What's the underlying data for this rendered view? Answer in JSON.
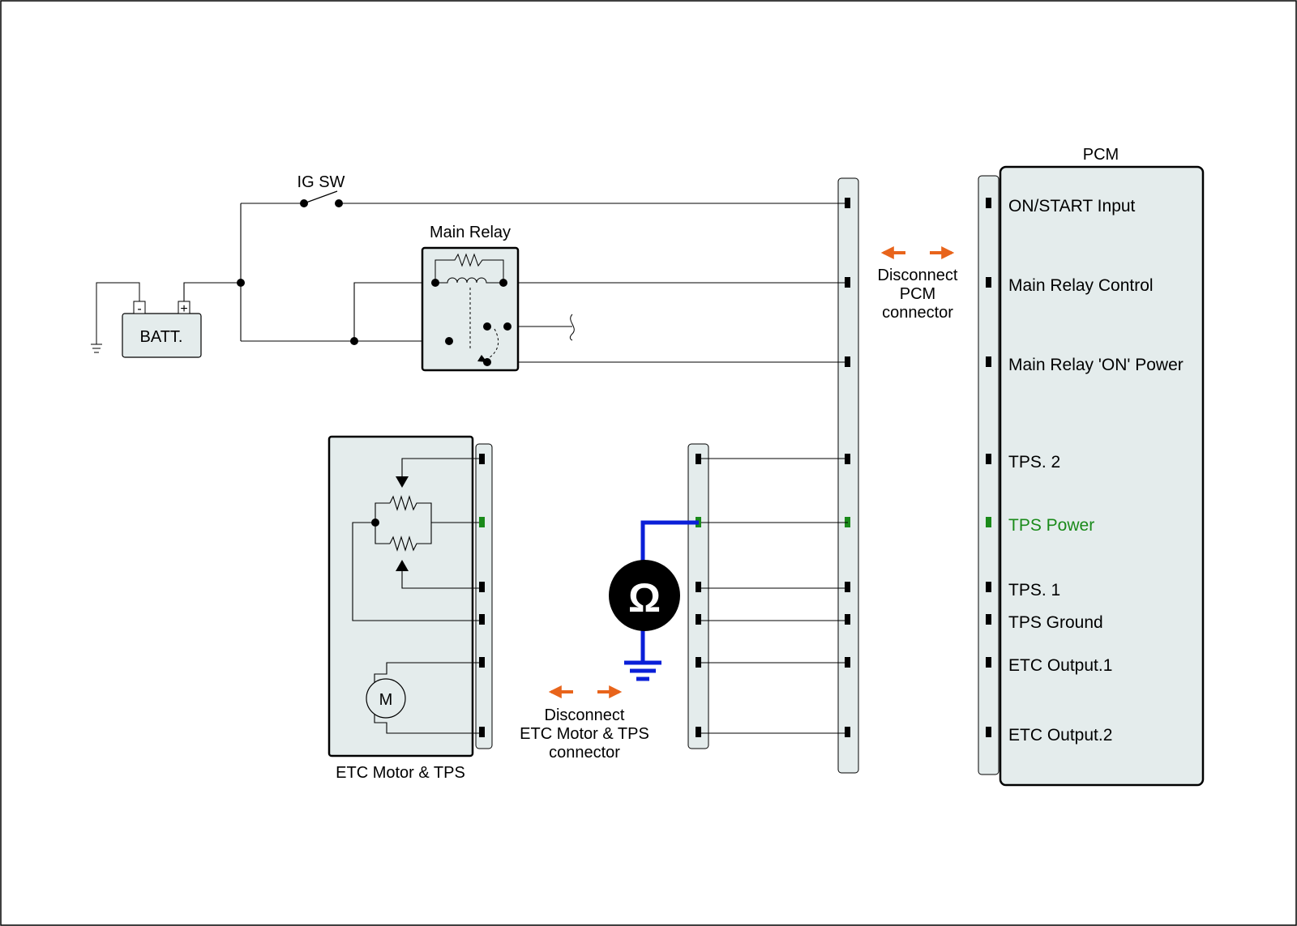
{
  "labels": {
    "pcm_title": "PCM",
    "ig_sw": "IG SW",
    "main_relay": "Main Relay",
    "battery": "BATT.",
    "battery_neg": "-",
    "battery_pos": "+",
    "etc_module": "ETC Motor & TPS",
    "motor": "M",
    "ohmmeter_symbol": "Ω"
  },
  "pcm_pins": [
    "ON/START Input",
    "Main Relay Control",
    "Main Relay 'ON' Power",
    "TPS. 2",
    "TPS Power",
    "TPS. 1",
    "TPS Ground",
    "ETC Output.1",
    "ETC Output.2"
  ],
  "notes": {
    "pcm_disconnect": [
      "Disconnect",
      "PCM",
      "connector"
    ],
    "etc_disconnect": [
      "Disconnect",
      "ETC Motor & TPS",
      "connector"
    ]
  },
  "colors": {
    "highlight": "#1a8a1a",
    "meter_lead": "#0a1fd8",
    "arrow": "#e8641b",
    "panel_fill": "#e4ecec"
  }
}
